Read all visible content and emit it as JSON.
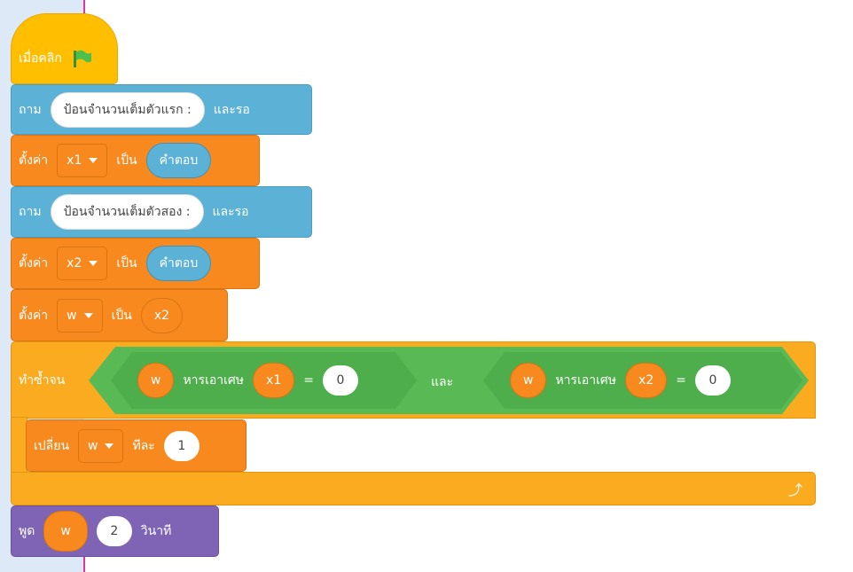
{
  "hat": {
    "label": "เมื่อคลิก",
    "icon": "green-flag-icon"
  },
  "ask1": {
    "label": "ถาม",
    "question": "ป้อนจำนวนเต็มตัวแรก :",
    "suffix": "และรอ"
  },
  "set1": {
    "label": "ตั้งค่า",
    "variable": "x1",
    "to": "เป็น",
    "value": "คำตอบ"
  },
  "ask2": {
    "label": "ถาม",
    "question": "ป้อนจำนวนเต็มตัวสอง :",
    "suffix": "และรอ"
  },
  "set2": {
    "label": "ตั้งค่า",
    "variable": "x2",
    "to": "เป็น",
    "value": "คำตอบ"
  },
  "set3": {
    "label": "ตั้งค่า",
    "variable": "w",
    "to": "เป็น",
    "value": "x2"
  },
  "repeat": {
    "label": "ทำซ้ำจน",
    "and": "และ",
    "cond1": {
      "a": "w",
      "op": "หารเอาเศษ",
      "b": "x1",
      "eq": "=",
      "rhs": "0"
    },
    "cond2": {
      "a": "w",
      "op": "หารเอาเศษ",
      "b": "x2",
      "eq": "=",
      "rhs": "0"
    }
  },
  "change": {
    "label": "เปลี่ยน",
    "variable": "w",
    "by": "ทีละ",
    "value": "1"
  },
  "say": {
    "label": "พูด",
    "value": "w",
    "secs": "2",
    "unit": "วินาที"
  },
  "colors": {
    "event": "#ffbf00",
    "sensing": "#5cb1d6",
    "variables": "#f7891f",
    "control": "#fbab1f",
    "operators": "#59b955",
    "looks": "#7f63b5"
  }
}
